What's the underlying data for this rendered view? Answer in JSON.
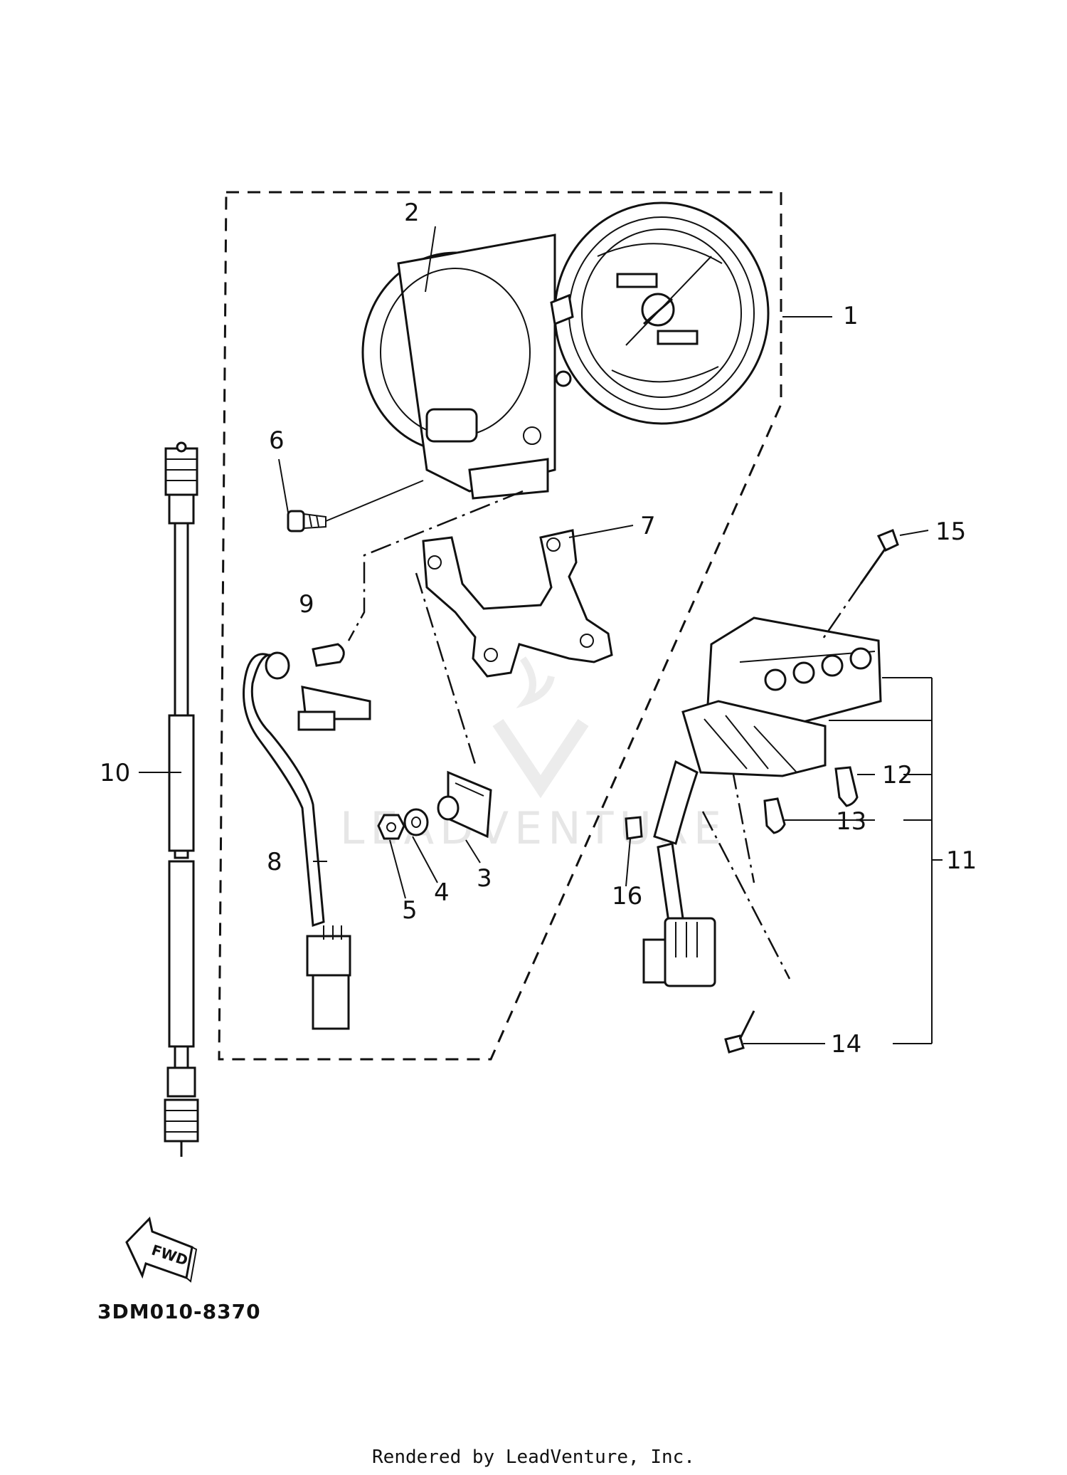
{
  "diagram": {
    "callouts": [
      "1",
      "2",
      "3",
      "4",
      "5",
      "6",
      "7",
      "8",
      "9",
      "10",
      "11",
      "12",
      "13",
      "14",
      "15",
      "16"
    ],
    "fwd_label": "FWD",
    "diagram_code": "3DM010-8370",
    "watermark": "LEADVENTURE",
    "footer": "Rendered by LeadVenture, Inc."
  }
}
